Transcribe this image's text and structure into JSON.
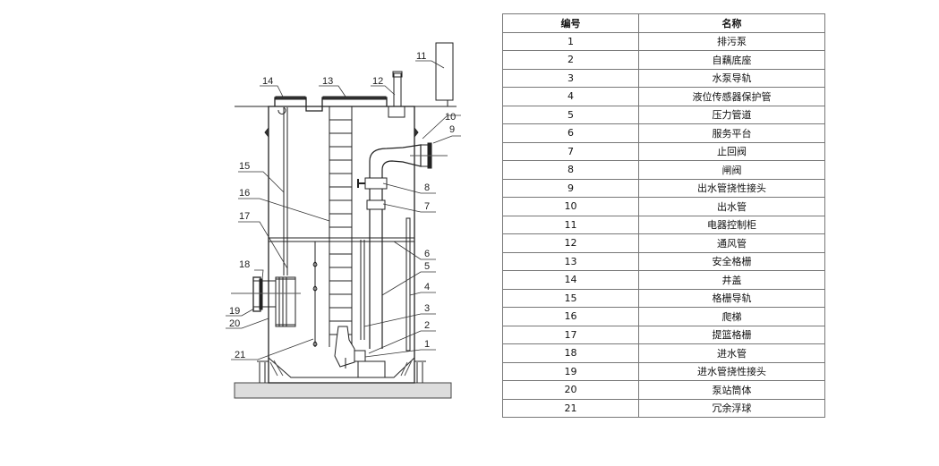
{
  "table": {
    "headers": {
      "number": "编号",
      "name": "名称"
    },
    "rows": [
      {
        "number": "1",
        "name": "排污泵"
      },
      {
        "number": "2",
        "name": "自藕底座"
      },
      {
        "number": "3",
        "name": "水泵导轨"
      },
      {
        "number": "4",
        "name": "液位传感器保护管"
      },
      {
        "number": "5",
        "name": "压力管道"
      },
      {
        "number": "6",
        "name": "服务平台"
      },
      {
        "number": "7",
        "name": "止回阀"
      },
      {
        "number": "8",
        "name": "闸阀"
      },
      {
        "number": "9",
        "name": "出水管挠性接头"
      },
      {
        "number": "10",
        "name": "出水管"
      },
      {
        "number": "11",
        "name": "电器控制柜"
      },
      {
        "number": "12",
        "name": "通风管"
      },
      {
        "number": "13",
        "name": "安全格栅"
      },
      {
        "number": "14",
        "name": "井盖"
      },
      {
        "number": "15",
        "name": "格栅导轨"
      },
      {
        "number": "16",
        "name": "爬梯"
      },
      {
        "number": "17",
        "name": "提篮格栅"
      },
      {
        "number": "18",
        "name": "进水管"
      },
      {
        "number": "19",
        "name": "进水管挠性接头"
      },
      {
        "number": "20",
        "name": "泵站筒体"
      },
      {
        "number": "21",
        "name": "冗余浮球"
      }
    ]
  },
  "diagram": {
    "callouts": [
      "1",
      "2",
      "3",
      "4",
      "5",
      "6",
      "7",
      "8",
      "9",
      "10",
      "11",
      "12",
      "13",
      "14",
      "15",
      "16",
      "17",
      "18",
      "19",
      "20",
      "21"
    ]
  }
}
